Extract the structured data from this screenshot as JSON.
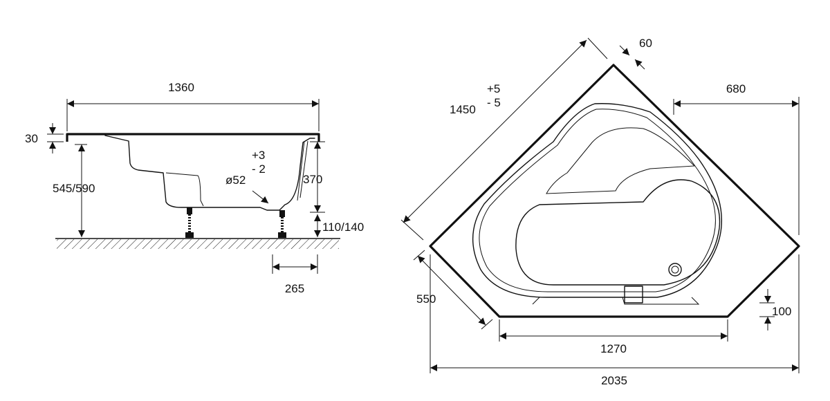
{
  "side_view": {
    "length": "1360",
    "rim_thickness": "30",
    "height_range": "545/590",
    "outlet_tolerance_plus": "+3",
    "outlet_tolerance_minus": "- 2",
    "outlet_diameter": "ø52",
    "depth": "370",
    "leg_height": "110/140",
    "leg_offset": "265"
  },
  "plan_view": {
    "diagonal_length": "1450",
    "diagonal_tolerance_plus": "+5",
    "diagonal_tolerance_minus": "- 5",
    "rim_width": "60",
    "side_offset": "680",
    "short_side": "550",
    "front_edge": "1270",
    "front_depth": "100",
    "overall_width": "2035"
  }
}
